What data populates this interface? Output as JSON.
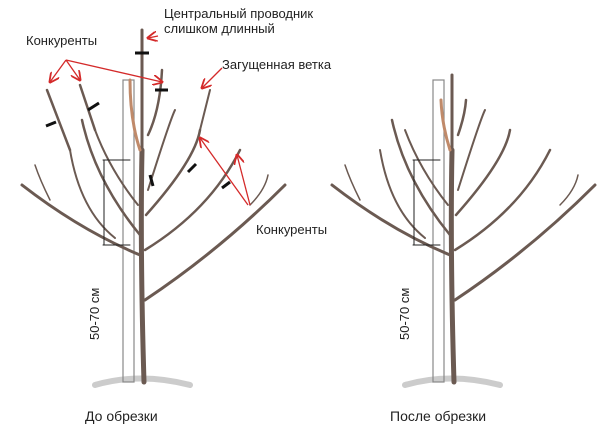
{
  "labels": {
    "leader_too_long": "Центральный проводник\nслишком длинный",
    "leader_line1": "Центральный проводник",
    "leader_line2": "слишком длинный",
    "competitors_top": "Конкуренты",
    "thickening_branch": "Загущенная ветка",
    "competitors_right": "Конкуренты",
    "height_left": "50-70 см",
    "height_right": "50-70 см"
  },
  "captions": {
    "before": "До обрезки",
    "after": "После обрезки"
  },
  "colors": {
    "arrow": "#d42a2a",
    "branch": "#6b5a52",
    "cut_mark": "#111111"
  }
}
